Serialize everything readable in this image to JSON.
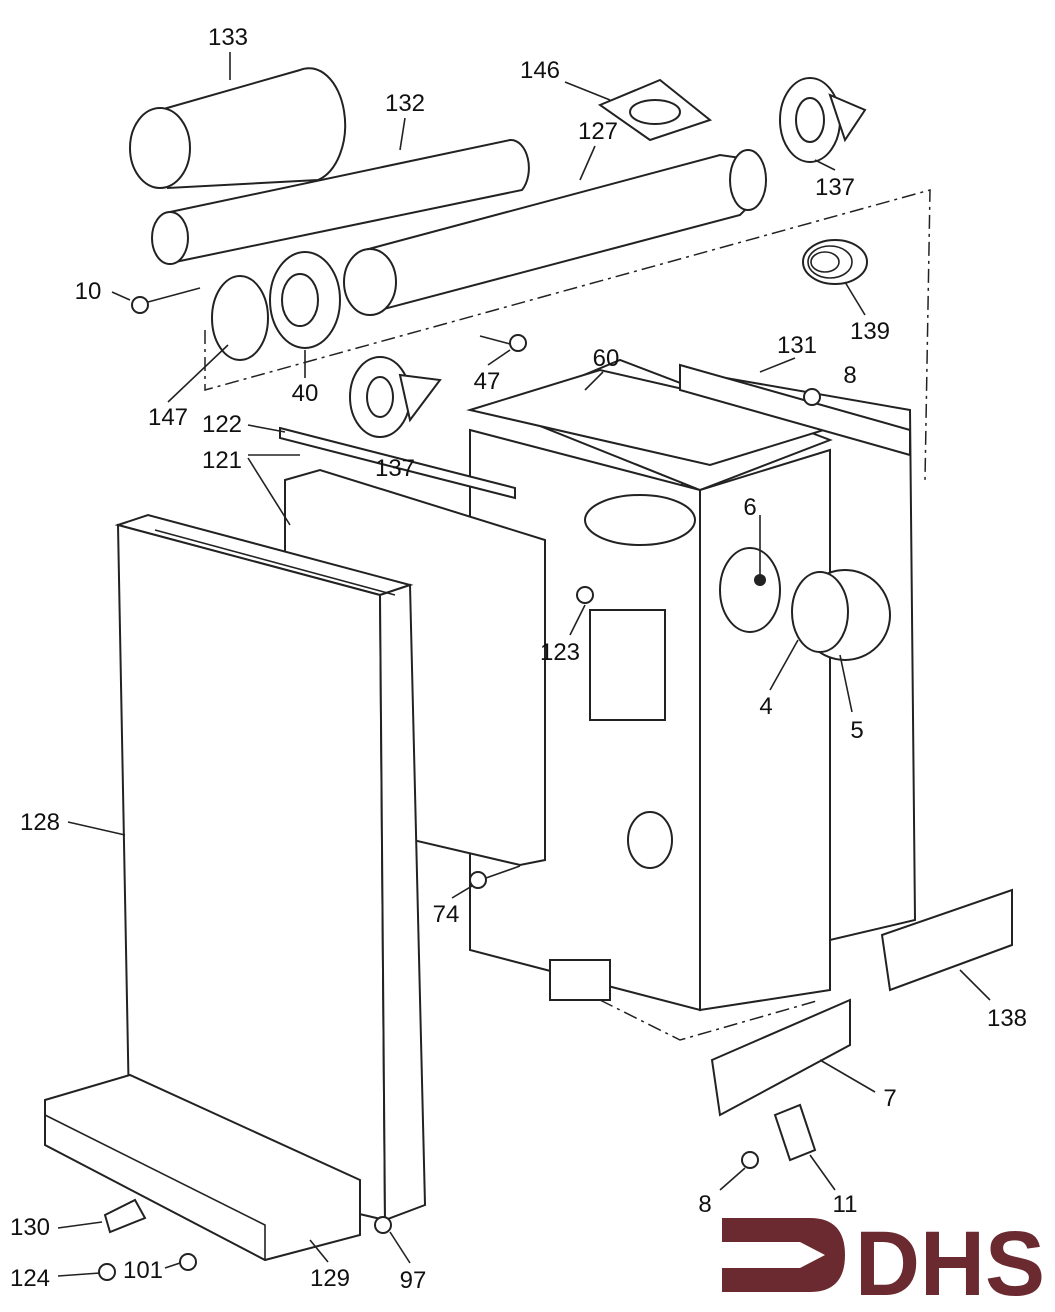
{
  "diagram": {
    "labels": {
      "l133": "133",
      "l132": "132",
      "l146": "146",
      "l127": "127",
      "l137a": "137",
      "l10": "10",
      "l139": "139",
      "l60": "60",
      "l131": "131",
      "l8a": "8",
      "l147": "147",
      "l40": "40",
      "l47": "47",
      "l137b": "137",
      "l122": "122",
      "l121": "121",
      "l6": "6",
      "l123": "123",
      "l4": "4",
      "l5": "5",
      "l128": "128",
      "l74": "74",
      "l138": "138",
      "l7": "7",
      "l8b": "8",
      "l11": "11",
      "l130": "130",
      "l124": "124",
      "l101": "101",
      "l129": "129",
      "l97": "97"
    },
    "logo": {
      "text": "DHS",
      "color": "#6b2a30"
    }
  }
}
